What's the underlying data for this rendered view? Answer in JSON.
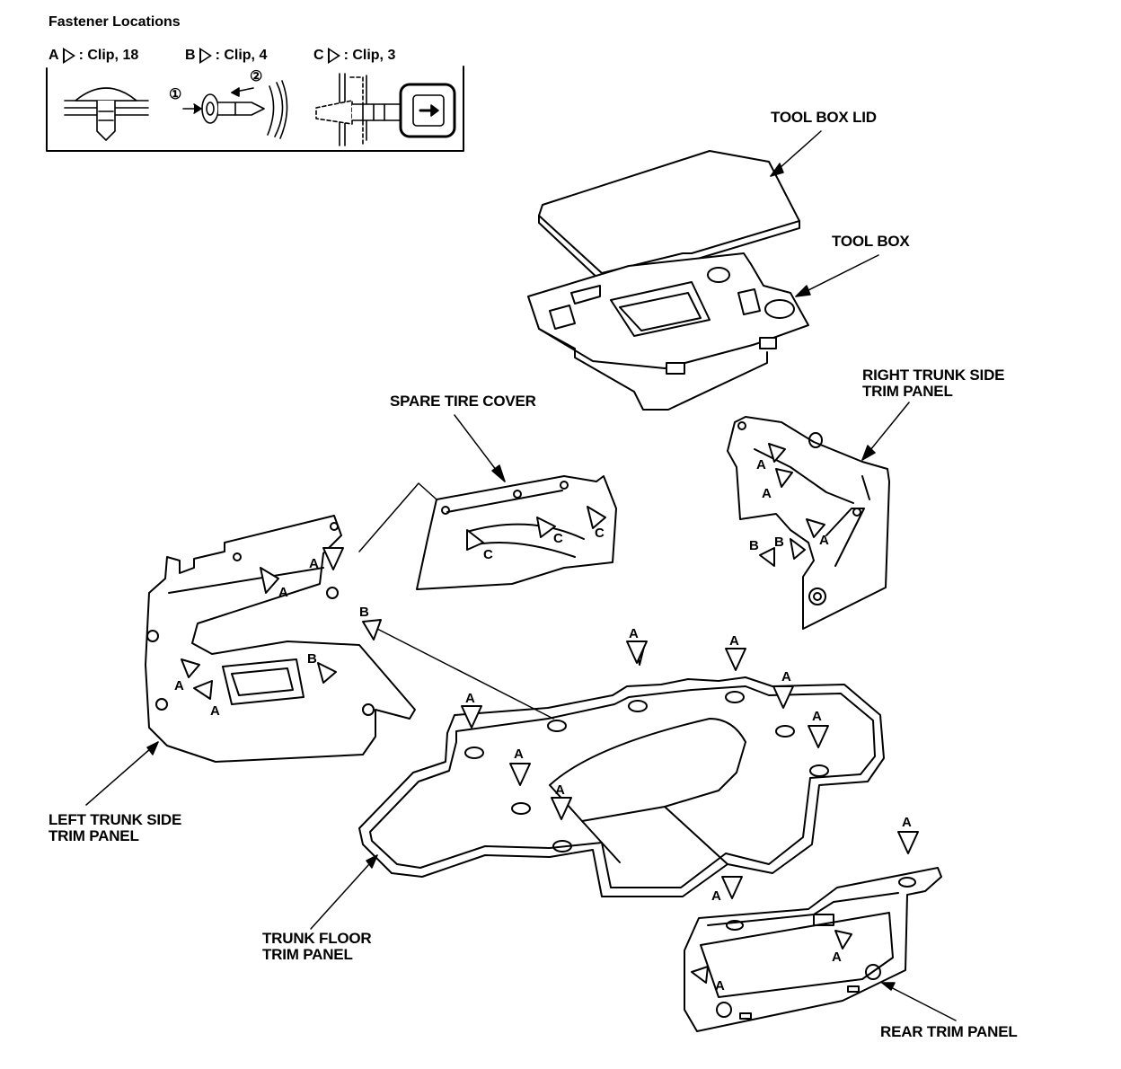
{
  "header": {
    "title": "Fastener Locations"
  },
  "legend": [
    {
      "letter": "A",
      "text": ": Clip, 18"
    },
    {
      "letter": "B",
      "text": ": Clip, 4"
    },
    {
      "letter": "C",
      "text": ": Clip, 3"
    }
  ],
  "steps": {
    "one": "①",
    "two": "②"
  },
  "parts": {
    "tool_box_lid": "TOOL BOX LID",
    "tool_box": "TOOL BOX",
    "right_trunk_side_1": "RIGHT TRUNK SIDE",
    "right_trunk_side_2": "TRIM PANEL",
    "spare_tire_cover": "SPARE TIRE COVER",
    "left_trunk_side_1": "LEFT TRUNK SIDE",
    "left_trunk_side_2": "TRIM PANEL",
    "trunk_floor_1": "TRUNK FLOOR",
    "trunk_floor_2": "TRIM PANEL",
    "rear_trim": "REAR TRIM PANEL"
  },
  "fastener_letters": {
    "a": "A",
    "b": "B",
    "c": "C"
  }
}
